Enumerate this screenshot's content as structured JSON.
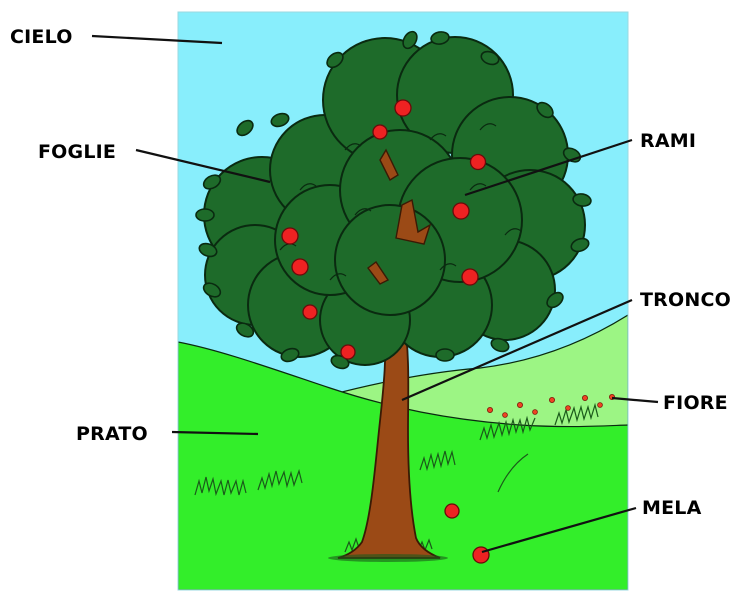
{
  "labels": {
    "cielo": "CIELO",
    "foglie": "FOGLIE",
    "rami": "RAMI",
    "tronco": "TRONCO",
    "fiore": "FIORE",
    "prato": "PRATO",
    "mela": "MELA"
  },
  "colors": {
    "sky": "#88eefc",
    "meadow": "#33ee2a",
    "far_hill": "#9cf584",
    "leaves": "#1e6b2a",
    "leaf_outline": "#0a2a10",
    "trunk": "#9b4a16",
    "apple": "#ee2222",
    "pointer": "#111111"
  }
}
